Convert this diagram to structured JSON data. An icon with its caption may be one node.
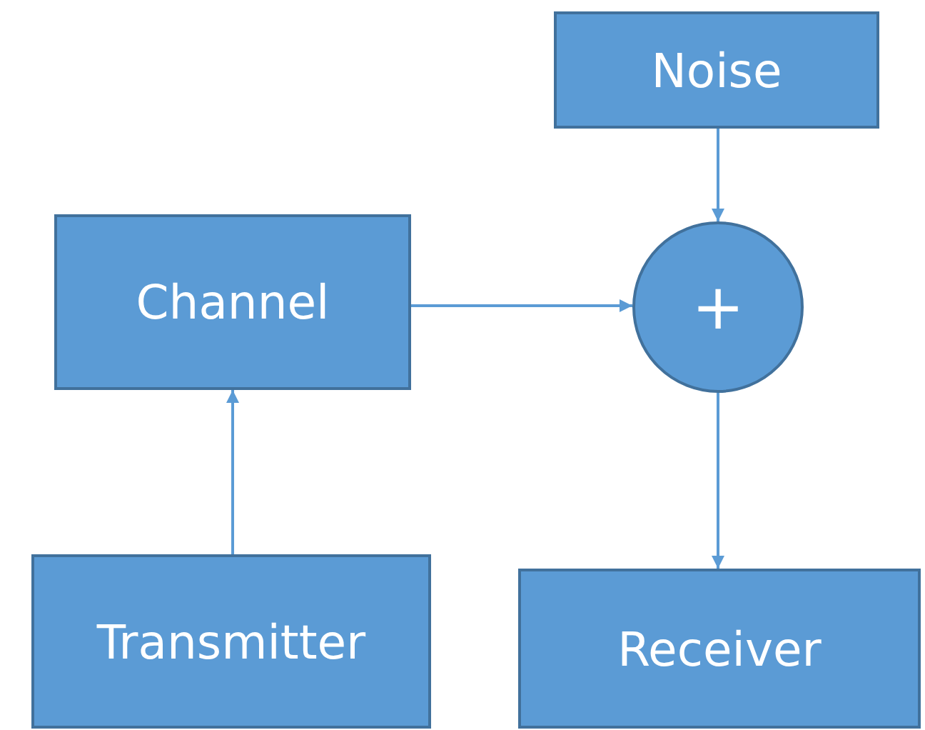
{
  "diagram": {
    "nodes": [
      {
        "text": [
          "Noise"
        ]
      },
      {
        "text": [
          "Channel"
        ]
      },
      {
        "text": [
          "+"
        ]
      },
      {
        "text": [
          "Transmitter"
        ]
      },
      {
        "text": [
          "Receiver"
        ]
      }
    ],
    "edges": [
      {
        "from": 0,
        "to": 2,
        "arrow": "to"
      },
      {
        "from": 1,
        "to": 2,
        "arrow": "to"
      },
      {
        "from": 3,
        "to": 1,
        "arrow": "to"
      },
      {
        "from": 2,
        "to": 4,
        "arrow": "to"
      }
    ]
  }
}
